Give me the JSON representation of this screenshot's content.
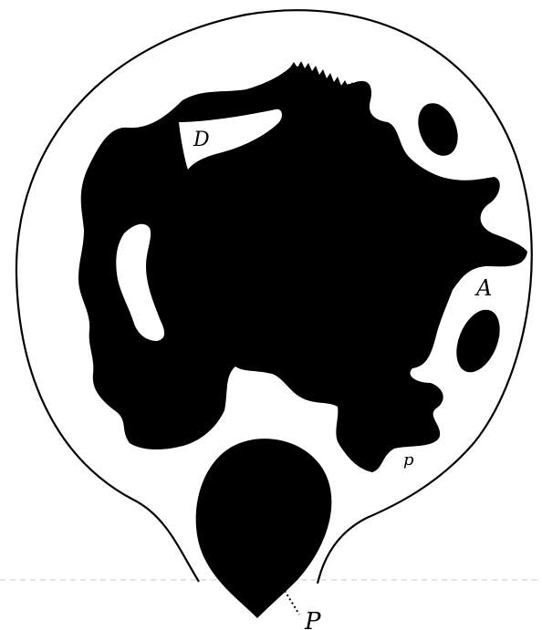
{
  "labels": {
    "D": "D",
    "A": "A",
    "p": "p",
    "P": "P"
  },
  "colors": {
    "ink": "#000000",
    "paper": "#ffffff"
  }
}
